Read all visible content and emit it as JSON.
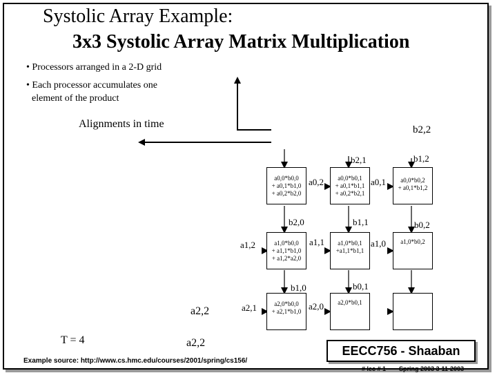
{
  "title": {
    "line1": "Systolic Array  Example:",
    "line2": "3x3 Systolic Array Matrix Multiplication"
  },
  "bullets": [
    "• Processors arranged in a 2-D grid",
    "• Each processor accumulates one",
    "  element of the product"
  ],
  "alignments_label": "Alignments in time",
  "time_label": "T = 4",
  "input_labels": {
    "b22_top": "b2,2",
    "b21": "b2,1",
    "b12_top": "b1,2",
    "a02": "a0,2",
    "a01": "a0,1",
    "b20": "b2,0",
    "b11": "b1,1",
    "b02": "b0,2",
    "a12": "a1,2",
    "a11": "a1,1",
    "a10": "a1,0",
    "b10": "b1,0",
    "b01": "b0,1",
    "a22_left": "a2,2",
    "a21": "a2,1",
    "a20": "a2,0",
    "a22_bottom": "a2,2"
  },
  "cells": {
    "c00": [
      "a0,0*b0,0",
      "+ a0,1*b1,0",
      "+ a0,2*b2,0"
    ],
    "c01": [
      "a0,0*b0,1",
      "+ a0,1*b1,1",
      "+ a0,2*b2,1"
    ],
    "c02": [
      "a0,0*b0,2",
      "+ a0,1*b1,2"
    ],
    "c10": [
      "a1,0*b0,0",
      "+ a1,1*b1,0",
      "+ a1,2*a2,0"
    ],
    "c11": [
      "a1,0*b0,1",
      "+a1,1*b1,1"
    ],
    "c12": [
      "a1,0*b0,2"
    ],
    "c20": [
      "a2,0*b0,0",
      "+ a2,1*b1,0"
    ],
    "c21": [
      "a2,0*b0,1"
    ],
    "c22": []
  },
  "source": "Example source:  http://www.cs.hmc.edu/courses/2001/spring/cs156/",
  "logo": "EECC756 - Shaaban",
  "footer": {
    "lec": "#  lec # 1",
    "date": "Spring 2003   3-11-2003"
  }
}
